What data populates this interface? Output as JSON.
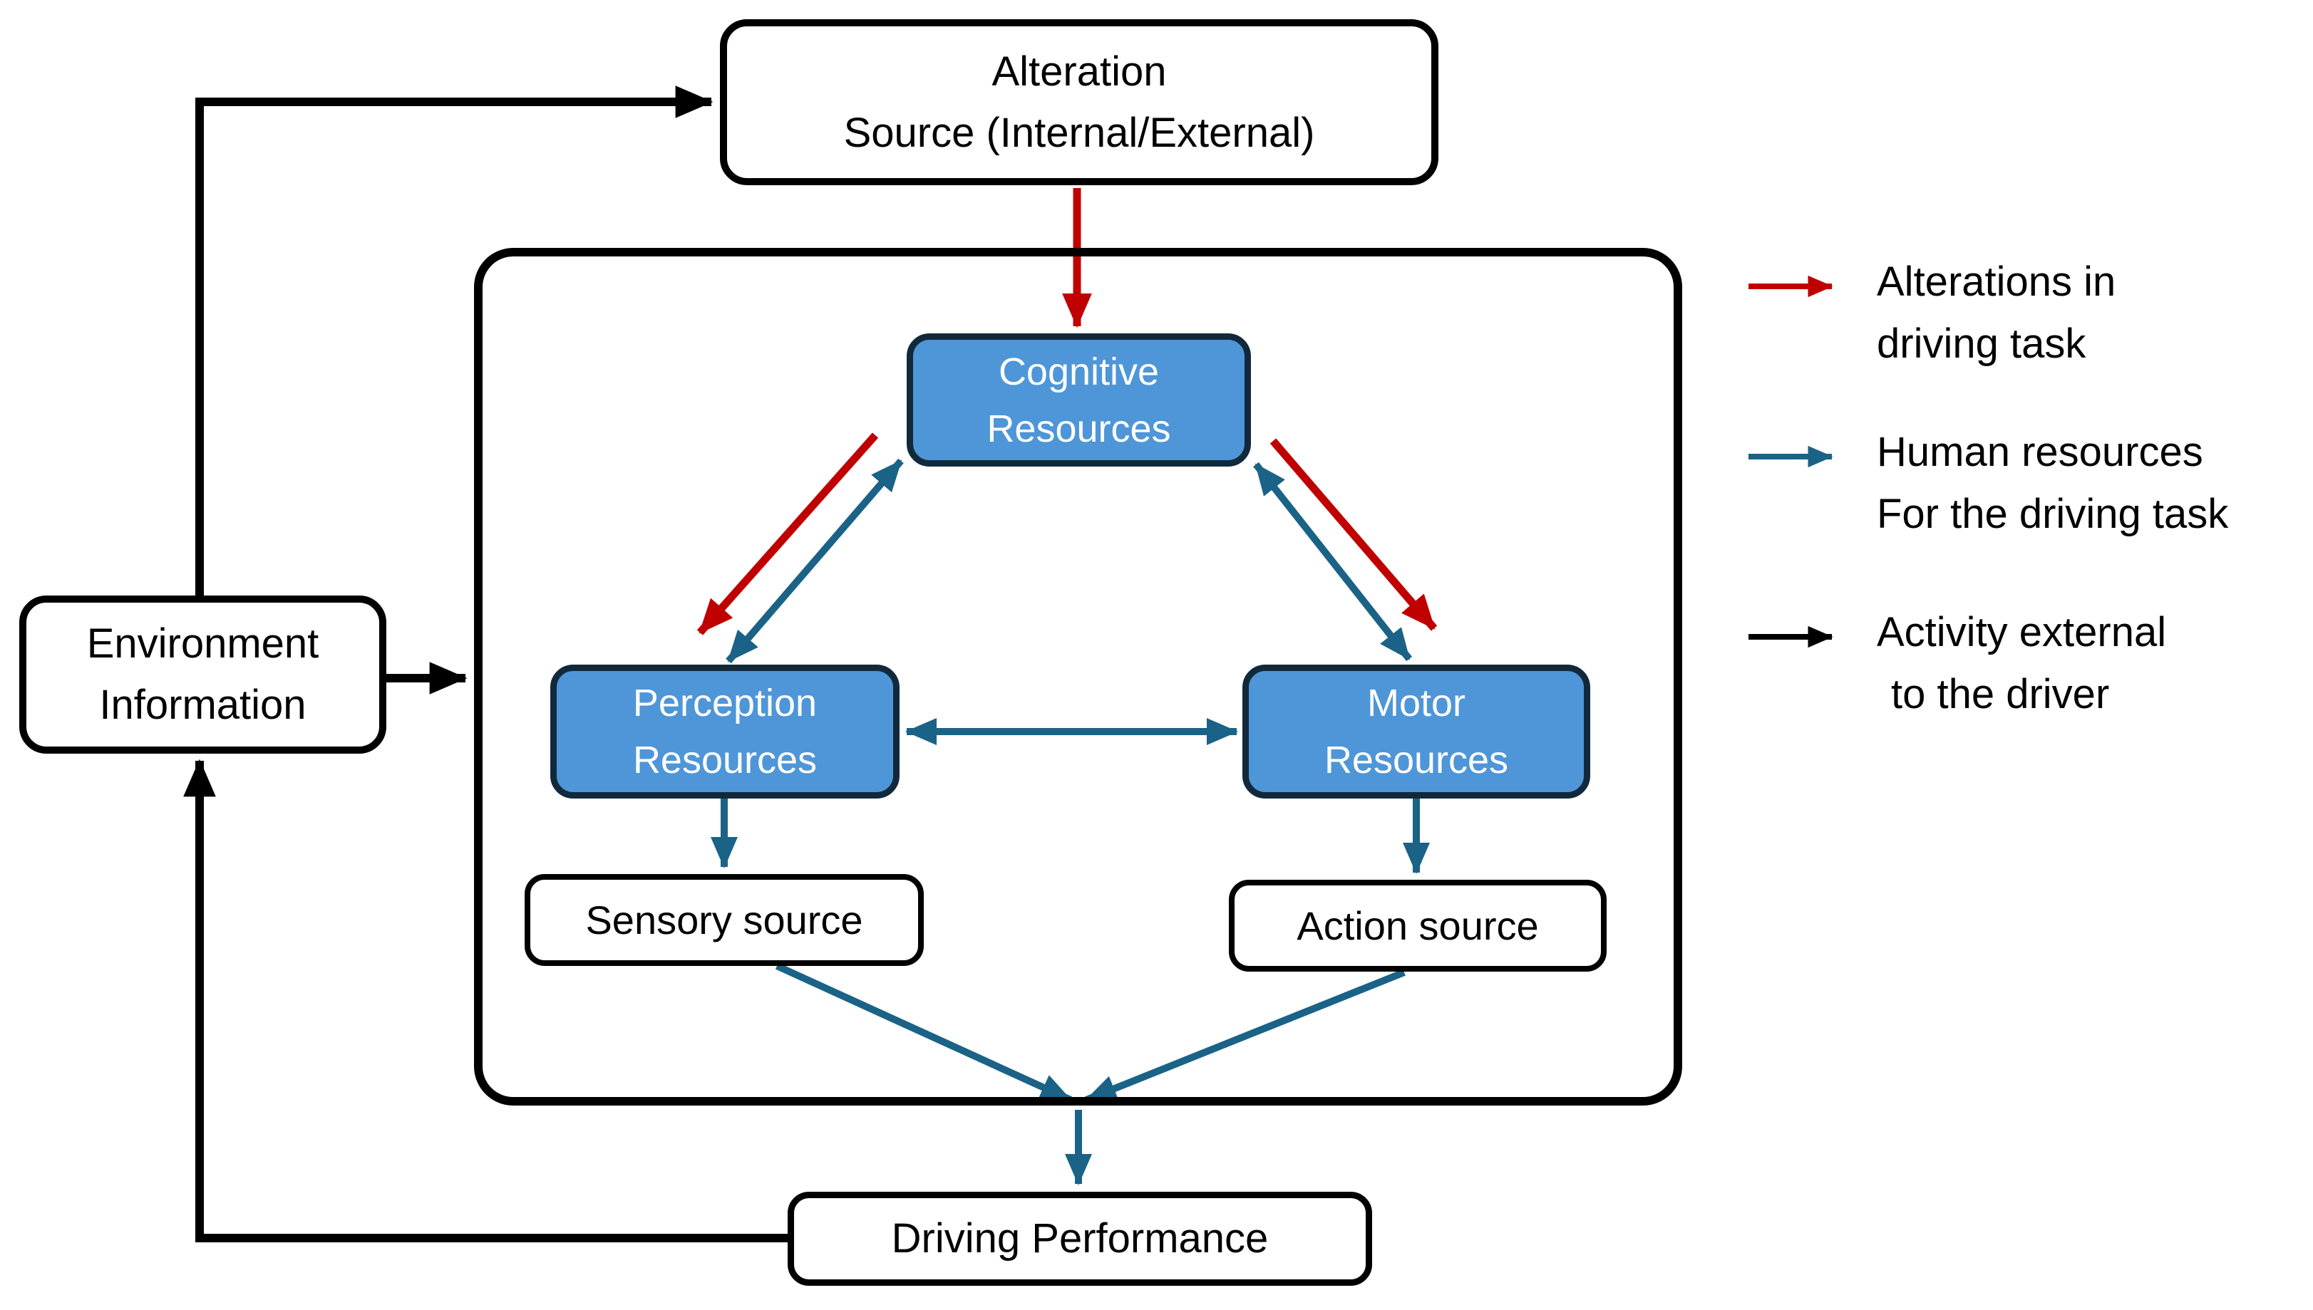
{
  "diagram": {
    "nodes": {
      "alteration_source": {
        "line1": "Alteration",
        "line2": "Source (Internal/External)"
      },
      "cognitive_resources": {
        "line1": "Cognitive",
        "line2": "Resources"
      },
      "perception_resources": {
        "line1": "Perception",
        "line2": "Resources"
      },
      "motor_resources": {
        "line1": "Motor",
        "line2": "Resources"
      },
      "sensory_source": {
        "label": "Sensory source"
      },
      "action_source": {
        "label": "Action source"
      },
      "environment_information": {
        "line1": "Environment",
        "line2": "Information"
      },
      "driving_performance": {
        "label": "Driving Performance"
      }
    },
    "legend": {
      "items": [
        {
          "arrow_color_name": "red",
          "line1": "Alterations in",
          "line2": "driving task"
        },
        {
          "arrow_color_name": "blue",
          "line1": "Human resources",
          "line2": "For the driving task"
        },
        {
          "arrow_color_name": "black",
          "line1": "Activity external",
          "line2": "to the driver"
        }
      ]
    },
    "colors": {
      "red_arrow": "#C00000",
      "blue_arrow": "#1B6287",
      "black_arrow": "#000000",
      "node_fill": "#4E96D8",
      "node_border": "#12293C",
      "node_text": "#FFFFFF",
      "box_border": "#000000",
      "text": "#000000",
      "background": "#FFFFFF"
    }
  }
}
